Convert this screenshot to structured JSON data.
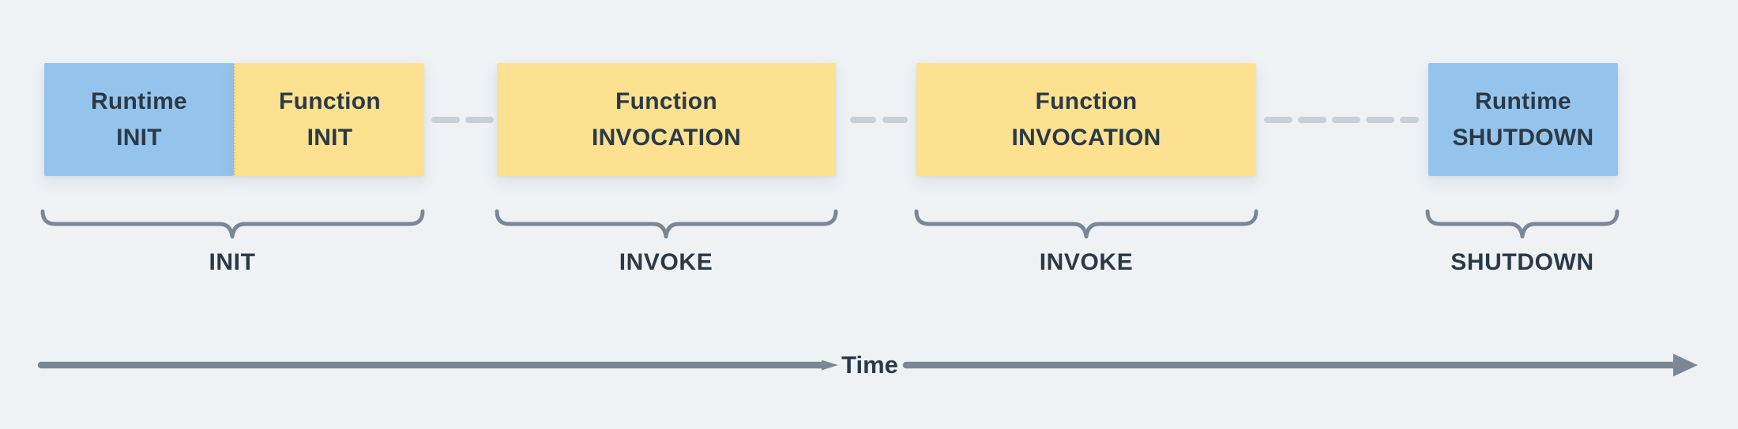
{
  "colors": {
    "background": "#eef2f5",
    "box_blue": "#94c4ec",
    "box_yellow": "#fbe190",
    "connector_dash": "#c8cfd7",
    "brace": "#7b8794",
    "timeline_arrow": "#7b8794",
    "text": "#2b3947"
  },
  "boxes": [
    {
      "name": "runtime-init",
      "variant": "blue",
      "line1": "Runtime",
      "line2": "INIT"
    },
    {
      "name": "function-init",
      "variant": "yellow",
      "line1": "Function",
      "line2": "INIT"
    },
    {
      "name": "function-invocation-1",
      "variant": "yellow",
      "line1": "Function",
      "line2": "INVOCATION"
    },
    {
      "name": "function-invocation-2",
      "variant": "yellow",
      "line1": "Function",
      "line2": "INVOCATION"
    },
    {
      "name": "runtime-shutdown",
      "variant": "blue",
      "line1": "Runtime",
      "line2": "SHUTDOWN"
    }
  ],
  "phases": [
    {
      "label": "INIT"
    },
    {
      "label": "INVOKE"
    },
    {
      "label": "INVOKE"
    },
    {
      "label": "SHUTDOWN"
    }
  ],
  "timeline": {
    "label": "Time"
  }
}
